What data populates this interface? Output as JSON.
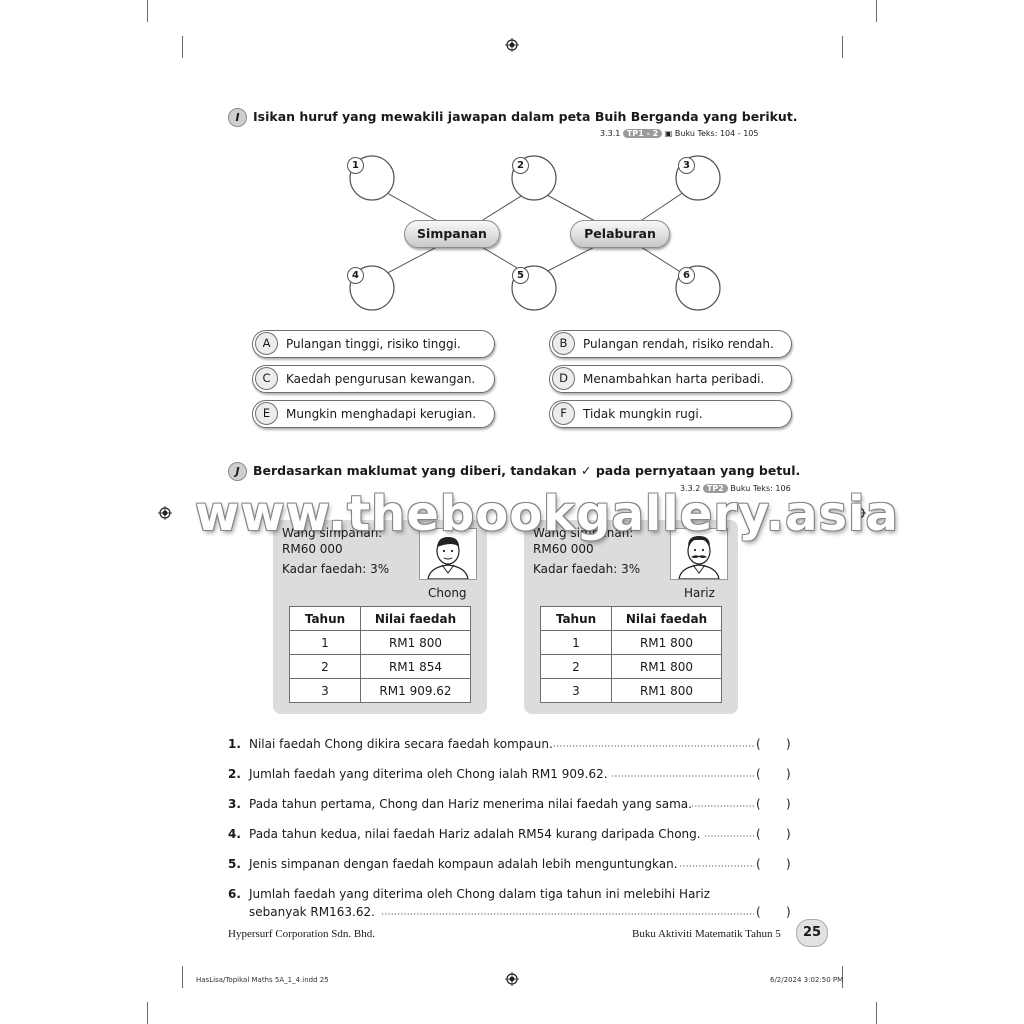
{
  "section_i": {
    "badge": "I",
    "instruction": "Isikan huruf yang mewakili jawapan dalam peta Buih Berganda yang berikut.",
    "ref_code": "3.3.1",
    "tp": "TP1 - 2",
    "ref_tail": "Buku Teks: 104 - 105",
    "center_left": "Simpanan",
    "center_right": "Pelaburan",
    "bubble_numbers": [
      "1",
      "2",
      "3",
      "4",
      "5",
      "6"
    ],
    "options": [
      {
        "letter": "A",
        "text": "Pulangan tinggi, risiko tinggi."
      },
      {
        "letter": "B",
        "text": "Pulangan rendah, risiko rendah."
      },
      {
        "letter": "C",
        "text": "Kaedah pengurusan kewangan."
      },
      {
        "letter": "D",
        "text": "Menambahkan harta peribadi."
      },
      {
        "letter": "E",
        "text": "Mungkin menghadapi kerugian."
      },
      {
        "letter": "F",
        "text": "Tidak mungkin rugi."
      }
    ]
  },
  "section_j": {
    "badge": "J",
    "instruction": "Berdasarkan maklumat yang diberi, tandakan ✓ pada pernyataan yang betul.",
    "ref_code": "3.3.2",
    "tp": "TP2",
    "ref_tail": "Buku Teks: 106",
    "cards": [
      {
        "line1": "Wang simpanan:",
        "line2": "RM60 000",
        "line3": "Kadar faedah: 3%",
        "name": "Chong",
        "headers": [
          "Tahun",
          "Nilai faedah"
        ],
        "rows": [
          [
            "1",
            "RM1 800"
          ],
          [
            "2",
            "RM1 854"
          ],
          [
            "3",
            "RM1 909.62"
          ]
        ]
      },
      {
        "line1": "Wang simpanan:",
        "line2": "RM60 000",
        "line3": "Kadar faedah: 3%",
        "name": "Hariz",
        "headers": [
          "Tahun",
          "Nilai faedah"
        ],
        "rows": [
          [
            "1",
            "RM1 800"
          ],
          [
            "2",
            "RM1 800"
          ],
          [
            "3",
            "RM1 800"
          ]
        ]
      }
    ],
    "statements": [
      {
        "num": "1.",
        "text": "Nilai faedah Chong dikira secara faedah kompaun."
      },
      {
        "num": "2.",
        "text": "Jumlah faedah yang diterima oleh Chong ialah RM1 909.62."
      },
      {
        "num": "3.",
        "text": "Pada tahun pertama, Chong dan Hariz menerima nilai faedah yang sama."
      },
      {
        "num": "4.",
        "text": "Pada tahun kedua, nilai faedah Hariz adalah RM54 kurang daripada Chong."
      },
      {
        "num": "5.",
        "text": "Jenis simpanan dengan faedah kompaun adalah lebih menguntungkan."
      },
      {
        "num": "6.",
        "text": "Jumlah faedah yang diterima oleh Chong dalam tiga tahun ini melebihi Hariz",
        "text2": "sebanyak RM163.62."
      }
    ],
    "paren_open": "(",
    "paren_close": ")"
  },
  "watermark": "www.thebookgallery.asia",
  "footer": {
    "publisher": "Hypersurf Corporation Sdn. Bhd.",
    "book": "Buku Aktiviti Matematik Tahun 5",
    "page": "25",
    "slug_left": "HasLisa/Topikal Maths 5A_1_4.indd   25",
    "slug_right": "6/2/2024   3:02:50 PM"
  }
}
